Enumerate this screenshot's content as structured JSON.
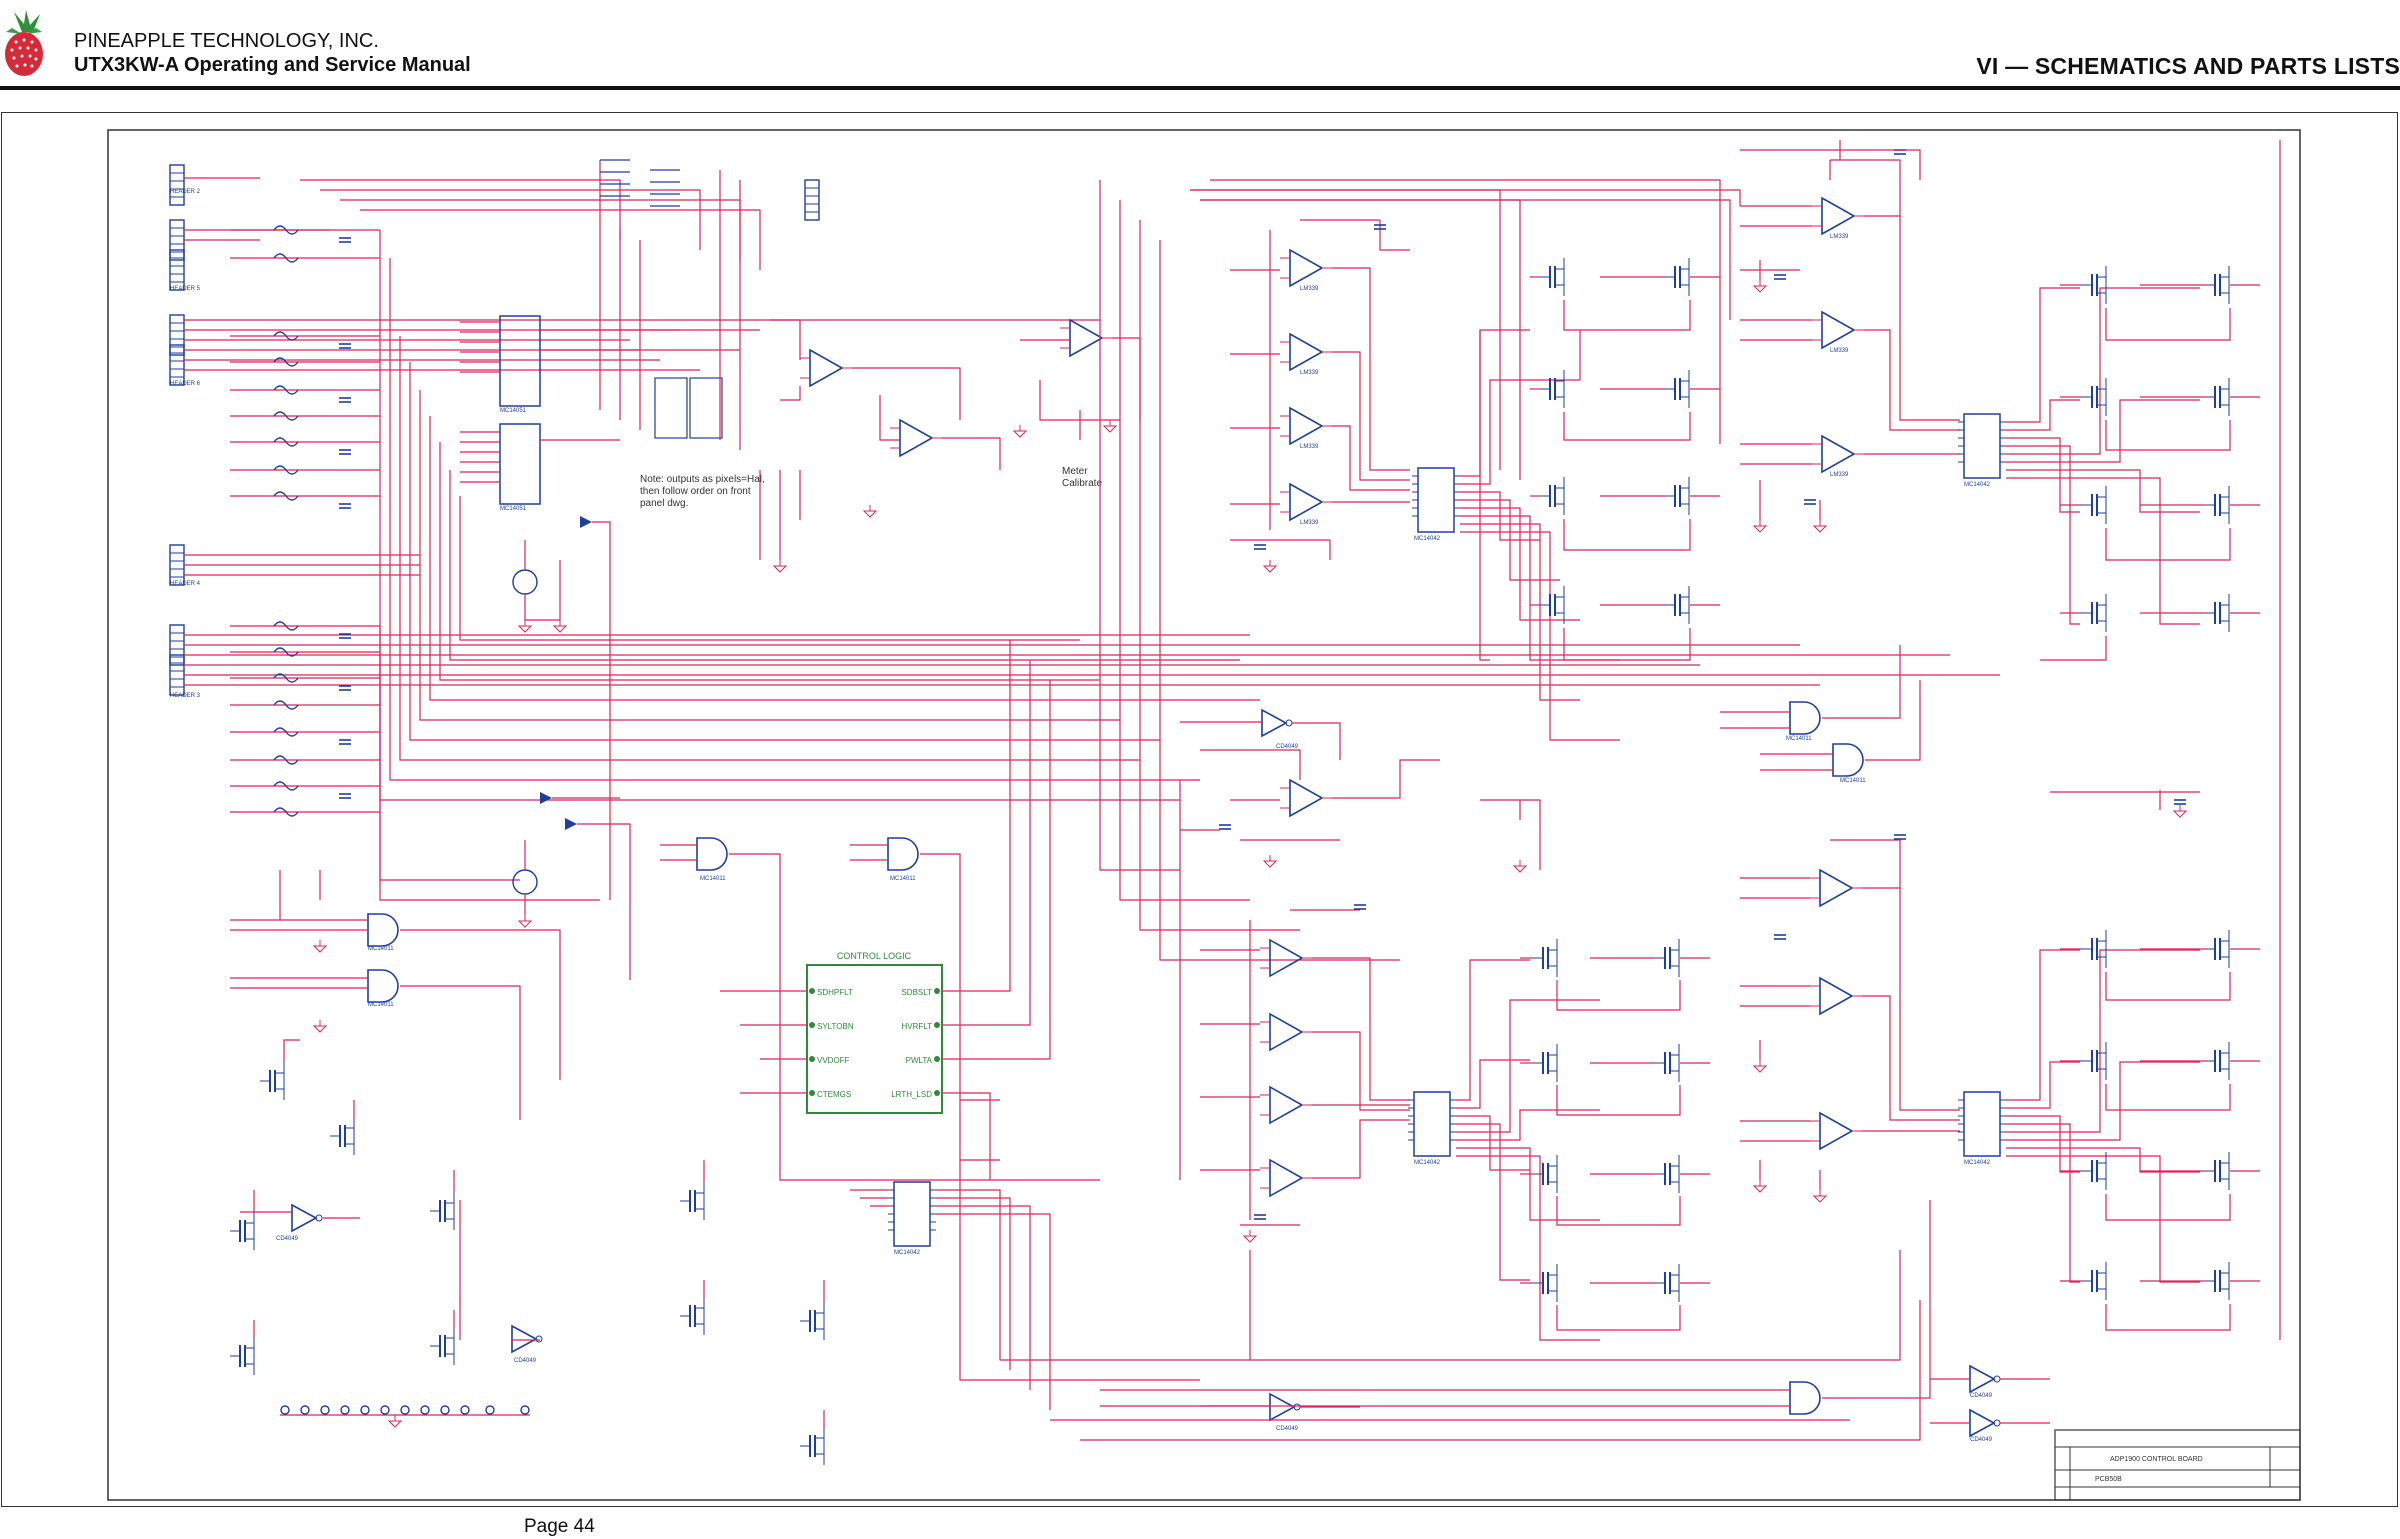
{
  "header": {
    "company": "PINEAPPLE TECHNOLOGY, INC.",
    "manual_title": "UTX3KW-A Operating and Service Manual",
    "section_title": "VI — SCHEMATICS AND PARTS LISTS"
  },
  "footer": {
    "page_label": "Page 44"
  },
  "schematic": {
    "note_text": [
      "Note: outputs as pixels=Hal,",
      "then follow order on front",
      "panel dwg."
    ],
    "meter_label": [
      "Meter",
      "Calibrate"
    ],
    "control_block": {
      "title": "CONTROL LOGIC",
      "left_pins": [
        "SDHPFLT",
        "SYLTOBN",
        "VVDOFF",
        "CTEMGS"
      ],
      "right_pins": [
        "SDBSLT",
        "HVRFLT",
        "PWLTA",
        "LRTH_LSD"
      ]
    },
    "title_block": {
      "title": "ADP1900 CONTROL BOARD",
      "doc": "PCB50B"
    },
    "colors": {
      "trace": "#d9245c",
      "part": "#1e3f9c",
      "block": "#2f8a3a",
      "line": "#333333"
    }
  }
}
